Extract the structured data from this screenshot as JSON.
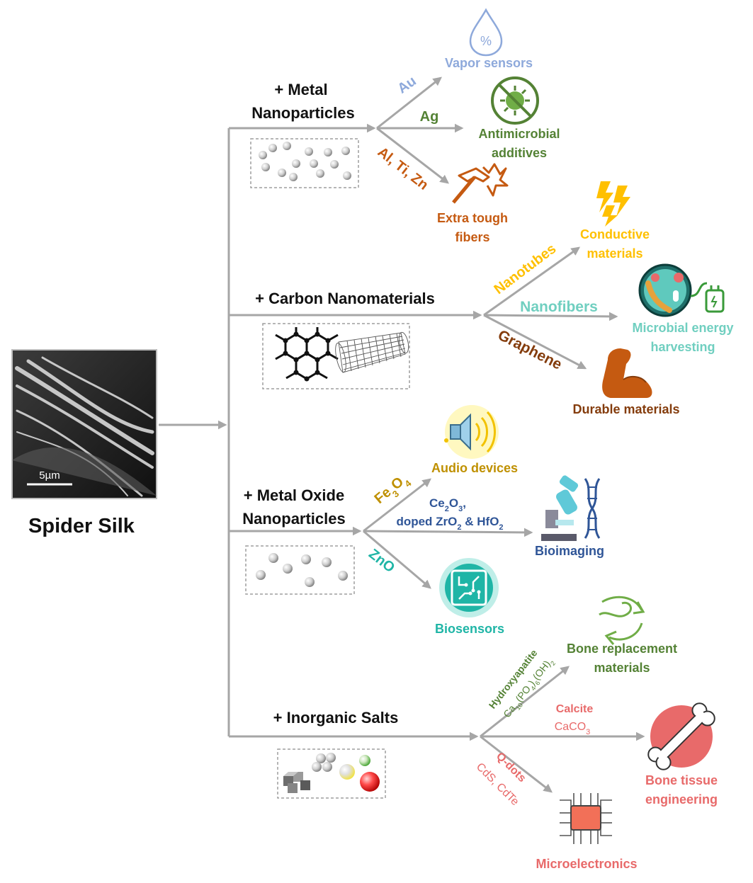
{
  "colors": {
    "arrow": "#a6a6a6",
    "vapor": "#8ea9db",
    "antimicrobial": "#548235",
    "tough": "#c55a11",
    "conductive": "#ffc000",
    "microbial": "#70cfc0",
    "graphene": "#843c0c",
    "audio": "#bf9000",
    "bioimaging": "#2f5597",
    "biosensor": "#1fb5a6",
    "bone_replacement": "#548235",
    "calcite": "#e86a6a",
    "qdots": "#e86a6a"
  },
  "source": {
    "label": "Spider Silk",
    "scale_bar": "5µm"
  },
  "branches": {
    "metal": {
      "title_line1": "+ Metal",
      "title_line2": "Nanoparticles",
      "arrow_au": "Au",
      "arrow_ag": "Ag",
      "arrow_al": "Al, Ti, Zn",
      "app_vapor": "Vapor sensors",
      "app_antimicrobial_1": "Antimicrobial",
      "app_antimicrobial_2": "additives",
      "app_tough_1": "Extra tough",
      "app_tough_2": "fibers"
    },
    "carbon": {
      "title": "+ Carbon Nanomaterials",
      "arrow_nanotubes": "Nanotubes",
      "arrow_nanofibers": "Nanofibers",
      "arrow_graphene": "Graphene",
      "app_conductive_1": "Conductive",
      "app_conductive_2": "materials",
      "app_microbial_1": "Microbial energy",
      "app_microbial_2": "harvesting",
      "app_durable": "Durable materials"
    },
    "oxide": {
      "title_line1": "+ Metal Oxide",
      "title_line2": "Nanoparticles",
      "arrow_fe": "Fe",
      "arrow_fe_sub1": "3",
      "arrow_fe_o": "O",
      "arrow_fe_sub2": "4",
      "arrow_ce_1": "Ce",
      "arrow_ce_sub1": "2",
      "arrow_ce_o": "O",
      "arrow_ce_sub2": "3",
      "arrow_ce_comma": ",",
      "arrow_zr": "doped ZrO",
      "arrow_zr_sub": "2",
      "arrow_hf": " & HfO",
      "arrow_hf_sub": "2",
      "arrow_zno": "ZnO",
      "app_audio": "Audio devices",
      "app_bioimaging": "Bioimaging",
      "app_biosensors": "Biosensors"
    },
    "salts": {
      "title": "+ Inorganic Salts",
      "arrow_hydroxy": "Hydroxyapatite",
      "arrow_hydroxy_formula": "Ca",
      "arrow_hydroxy_s1": "10",
      "arrow_hydroxy_p": "(PO",
      "arrow_hydroxy_s2": "4",
      "arrow_hydroxy_p2": ")",
      "arrow_hydroxy_s3": "6",
      "arrow_hydroxy_oh": "(OH)",
      "arrow_hydroxy_s4": "2",
      "arrow_calcite": "Calcite",
      "arrow_calcite_formula": "CaCO",
      "arrow_calcite_sub": "3",
      "arrow_qdots": "Q-dots",
      "arrow_qdots_formula": "CdS, CdTe",
      "app_bone_repl_1": "Bone replacement",
      "app_bone_repl_2": "materials",
      "app_bone_tissue_1": "Bone tissue",
      "app_bone_tissue_2": "engineering",
      "app_micro": "Microelectronics"
    }
  }
}
